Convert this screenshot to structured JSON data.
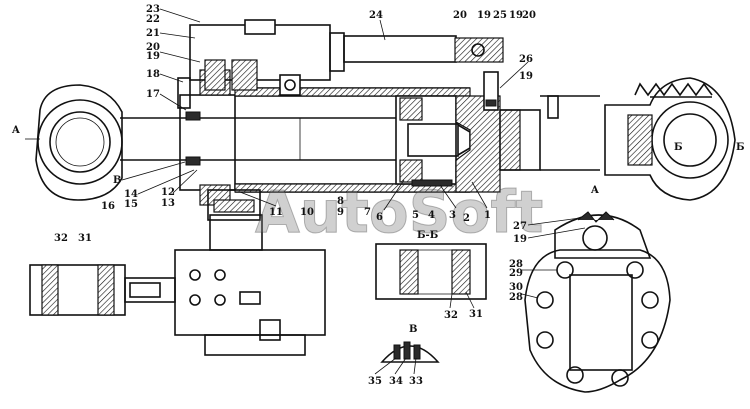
{
  "labels": {
    "p23": "23",
    "p22": "22",
    "p21": "21",
    "p20a": "20",
    "p19a": "19",
    "p18": "18",
    "p17": "17",
    "pA_left": "A",
    "p24": "24",
    "p20b": "20",
    "p19b": "19",
    "p25": "25",
    "p19c": "19",
    "p20c": "20",
    "p26": "26",
    "p19d": "19",
    "pB": "B",
    "p14": "14",
    "p15": "15",
    "p12": "12",
    "p13": "13",
    "p16": "16",
    "p11": "11",
    "p10": "10",
    "p8": "8",
    "p9": "9",
    "p7": "7",
    "p6": "6",
    "p5": "5",
    "p4": "4",
    "p3": "3",
    "p2": "2",
    "p1": "1",
    "pBb1": "Б",
    "pBb2": "Б",
    "p32a": "32",
    "p31a": "31",
    "secBB": "Б-Б",
    "p32b": "32",
    "p31b": "31",
    "secB": "B",
    "p35": "35",
    "p34": "34",
    "p33": "33",
    "secA": "A",
    "p27": "27",
    "p19e": "19",
    "p28a": "28",
    "p29": "29",
    "p30": "30",
    "p28b": "28"
  },
  "watermark": "AutoSoft"
}
